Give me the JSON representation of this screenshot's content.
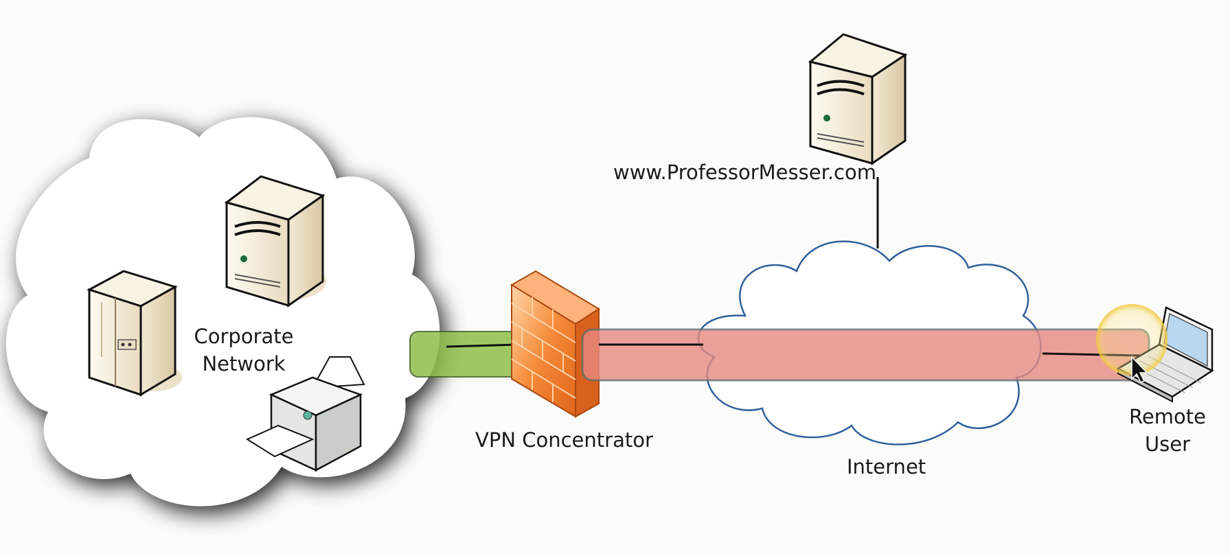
{
  "labels": {
    "corporate_line1": "Corporate",
    "corporate_line2": "Network",
    "vpn_concentrator": "VPN Concentrator",
    "website": "www.ProfessorMesser.com",
    "internet": "Internet",
    "remote_line1": "Remote",
    "remote_line2": "User"
  },
  "icons": {
    "corporate_cloud": "cloud-icon",
    "corporate_server": "server-icon",
    "corporate_rack": "rack-server-icon",
    "printer": "printer-icon",
    "firewall": "firewall-icon",
    "web_server": "server-icon",
    "internet_cloud": "cloud-icon",
    "laptop": "laptop-icon",
    "cursor": "mouse-pointer-icon"
  },
  "colors": {
    "tunnel_red": "#e68a80",
    "tunnel_green": "#8fbf4a",
    "firewall_orange": "#f07d2a",
    "internet_cloud_stroke": "#2f5f9a",
    "cursor_highlight": "#f5d54a"
  }
}
